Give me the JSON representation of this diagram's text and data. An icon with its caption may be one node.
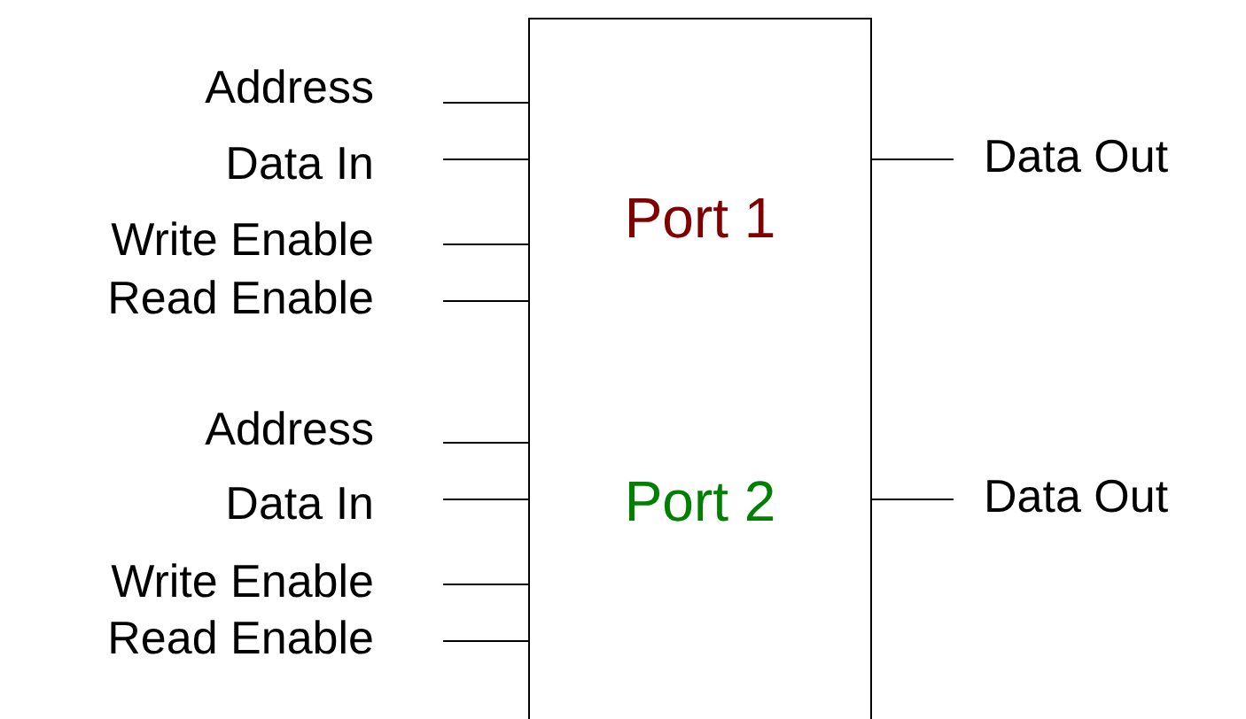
{
  "diagram": {
    "nodes": [
      {
        "text": [
          "Port 1",
          "Port 2"
        ]
      }
    ],
    "labels": [
      "Address",
      "Data In",
      "Data Out",
      "Write Enable",
      "Read Enable",
      "Address",
      "Data In",
      "Data Out",
      "Write Enable",
      "Read Enable"
    ]
  }
}
